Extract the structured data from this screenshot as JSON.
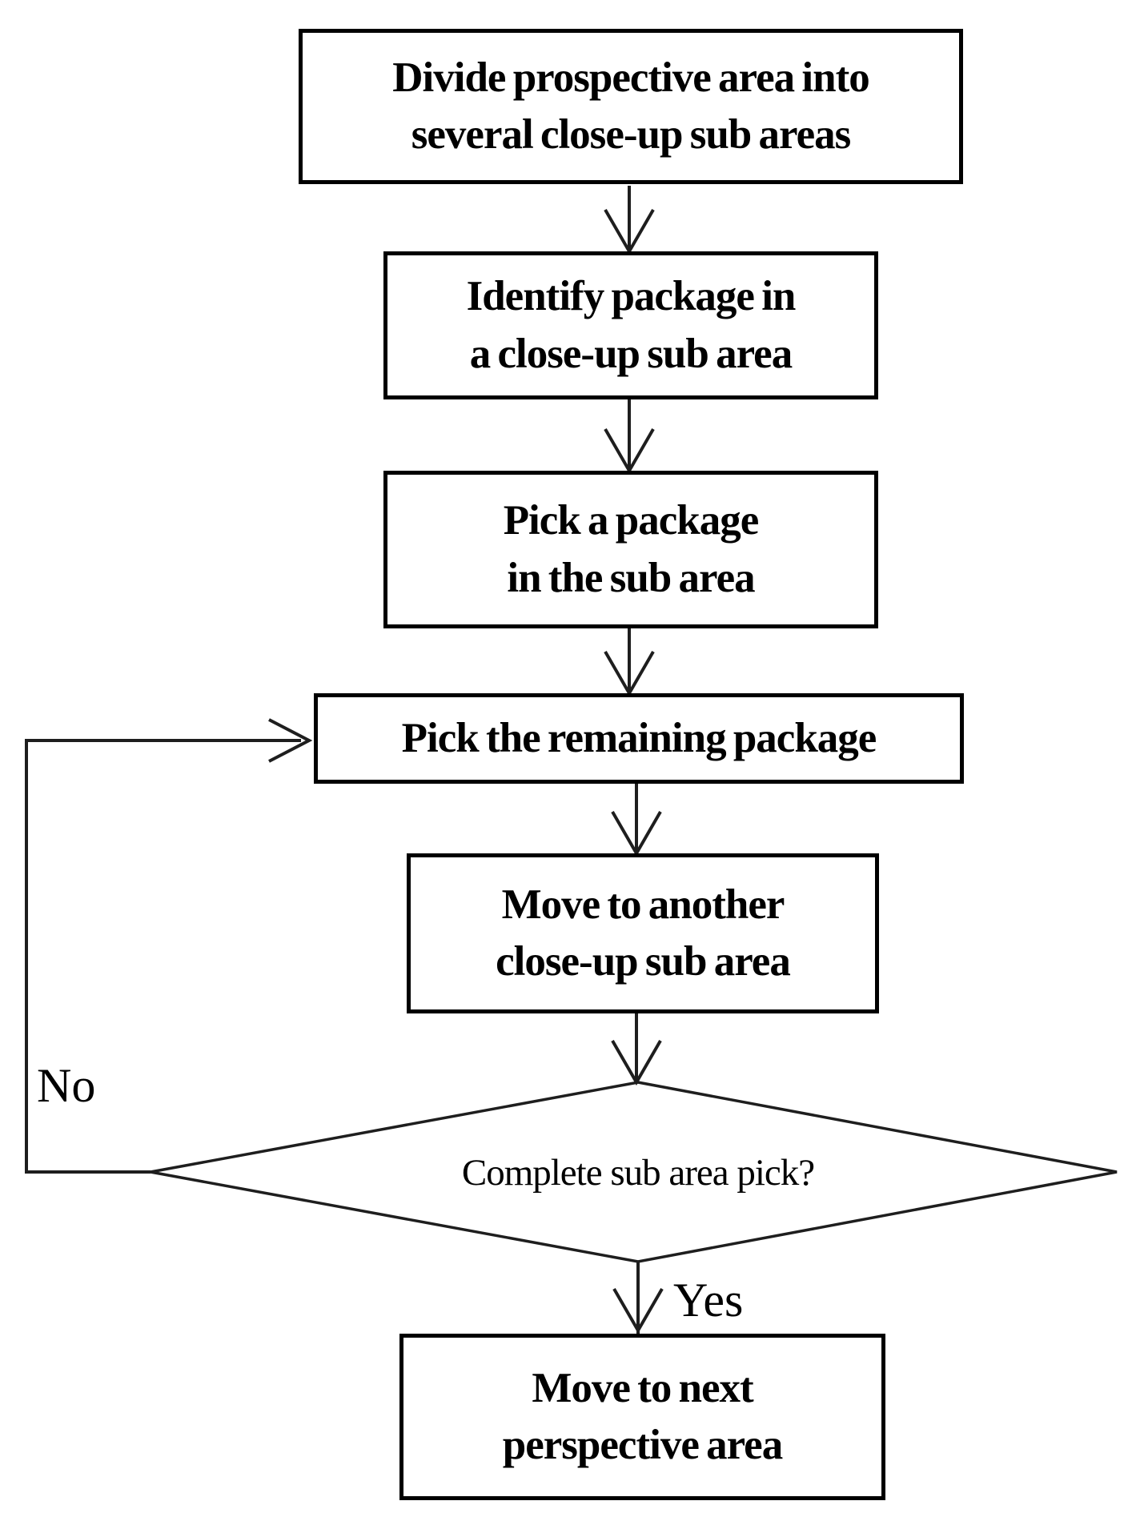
{
  "colors": {
    "background": "#ffffff",
    "ink": "#000000",
    "line": "#1e1e1e"
  },
  "nodes": {
    "divide": {
      "line1": "Divide prospective area into",
      "line2": "several close-up sub areas"
    },
    "identify": {
      "line1": "Identify package in",
      "line2": "a close-up sub area"
    },
    "pick_package": {
      "line1": "Pick a package",
      "line2": "in the sub area"
    },
    "pick_remaining": {
      "line1": "Pick the remaining package"
    },
    "move_another": {
      "line1": "Move to another",
      "line2": "close-up sub area"
    },
    "decision": {
      "label": "Complete sub area pick?"
    },
    "move_next": {
      "line1": "Move to next",
      "line2": "perspective area"
    }
  },
  "edge_labels": {
    "no": "No",
    "yes": "Yes"
  }
}
